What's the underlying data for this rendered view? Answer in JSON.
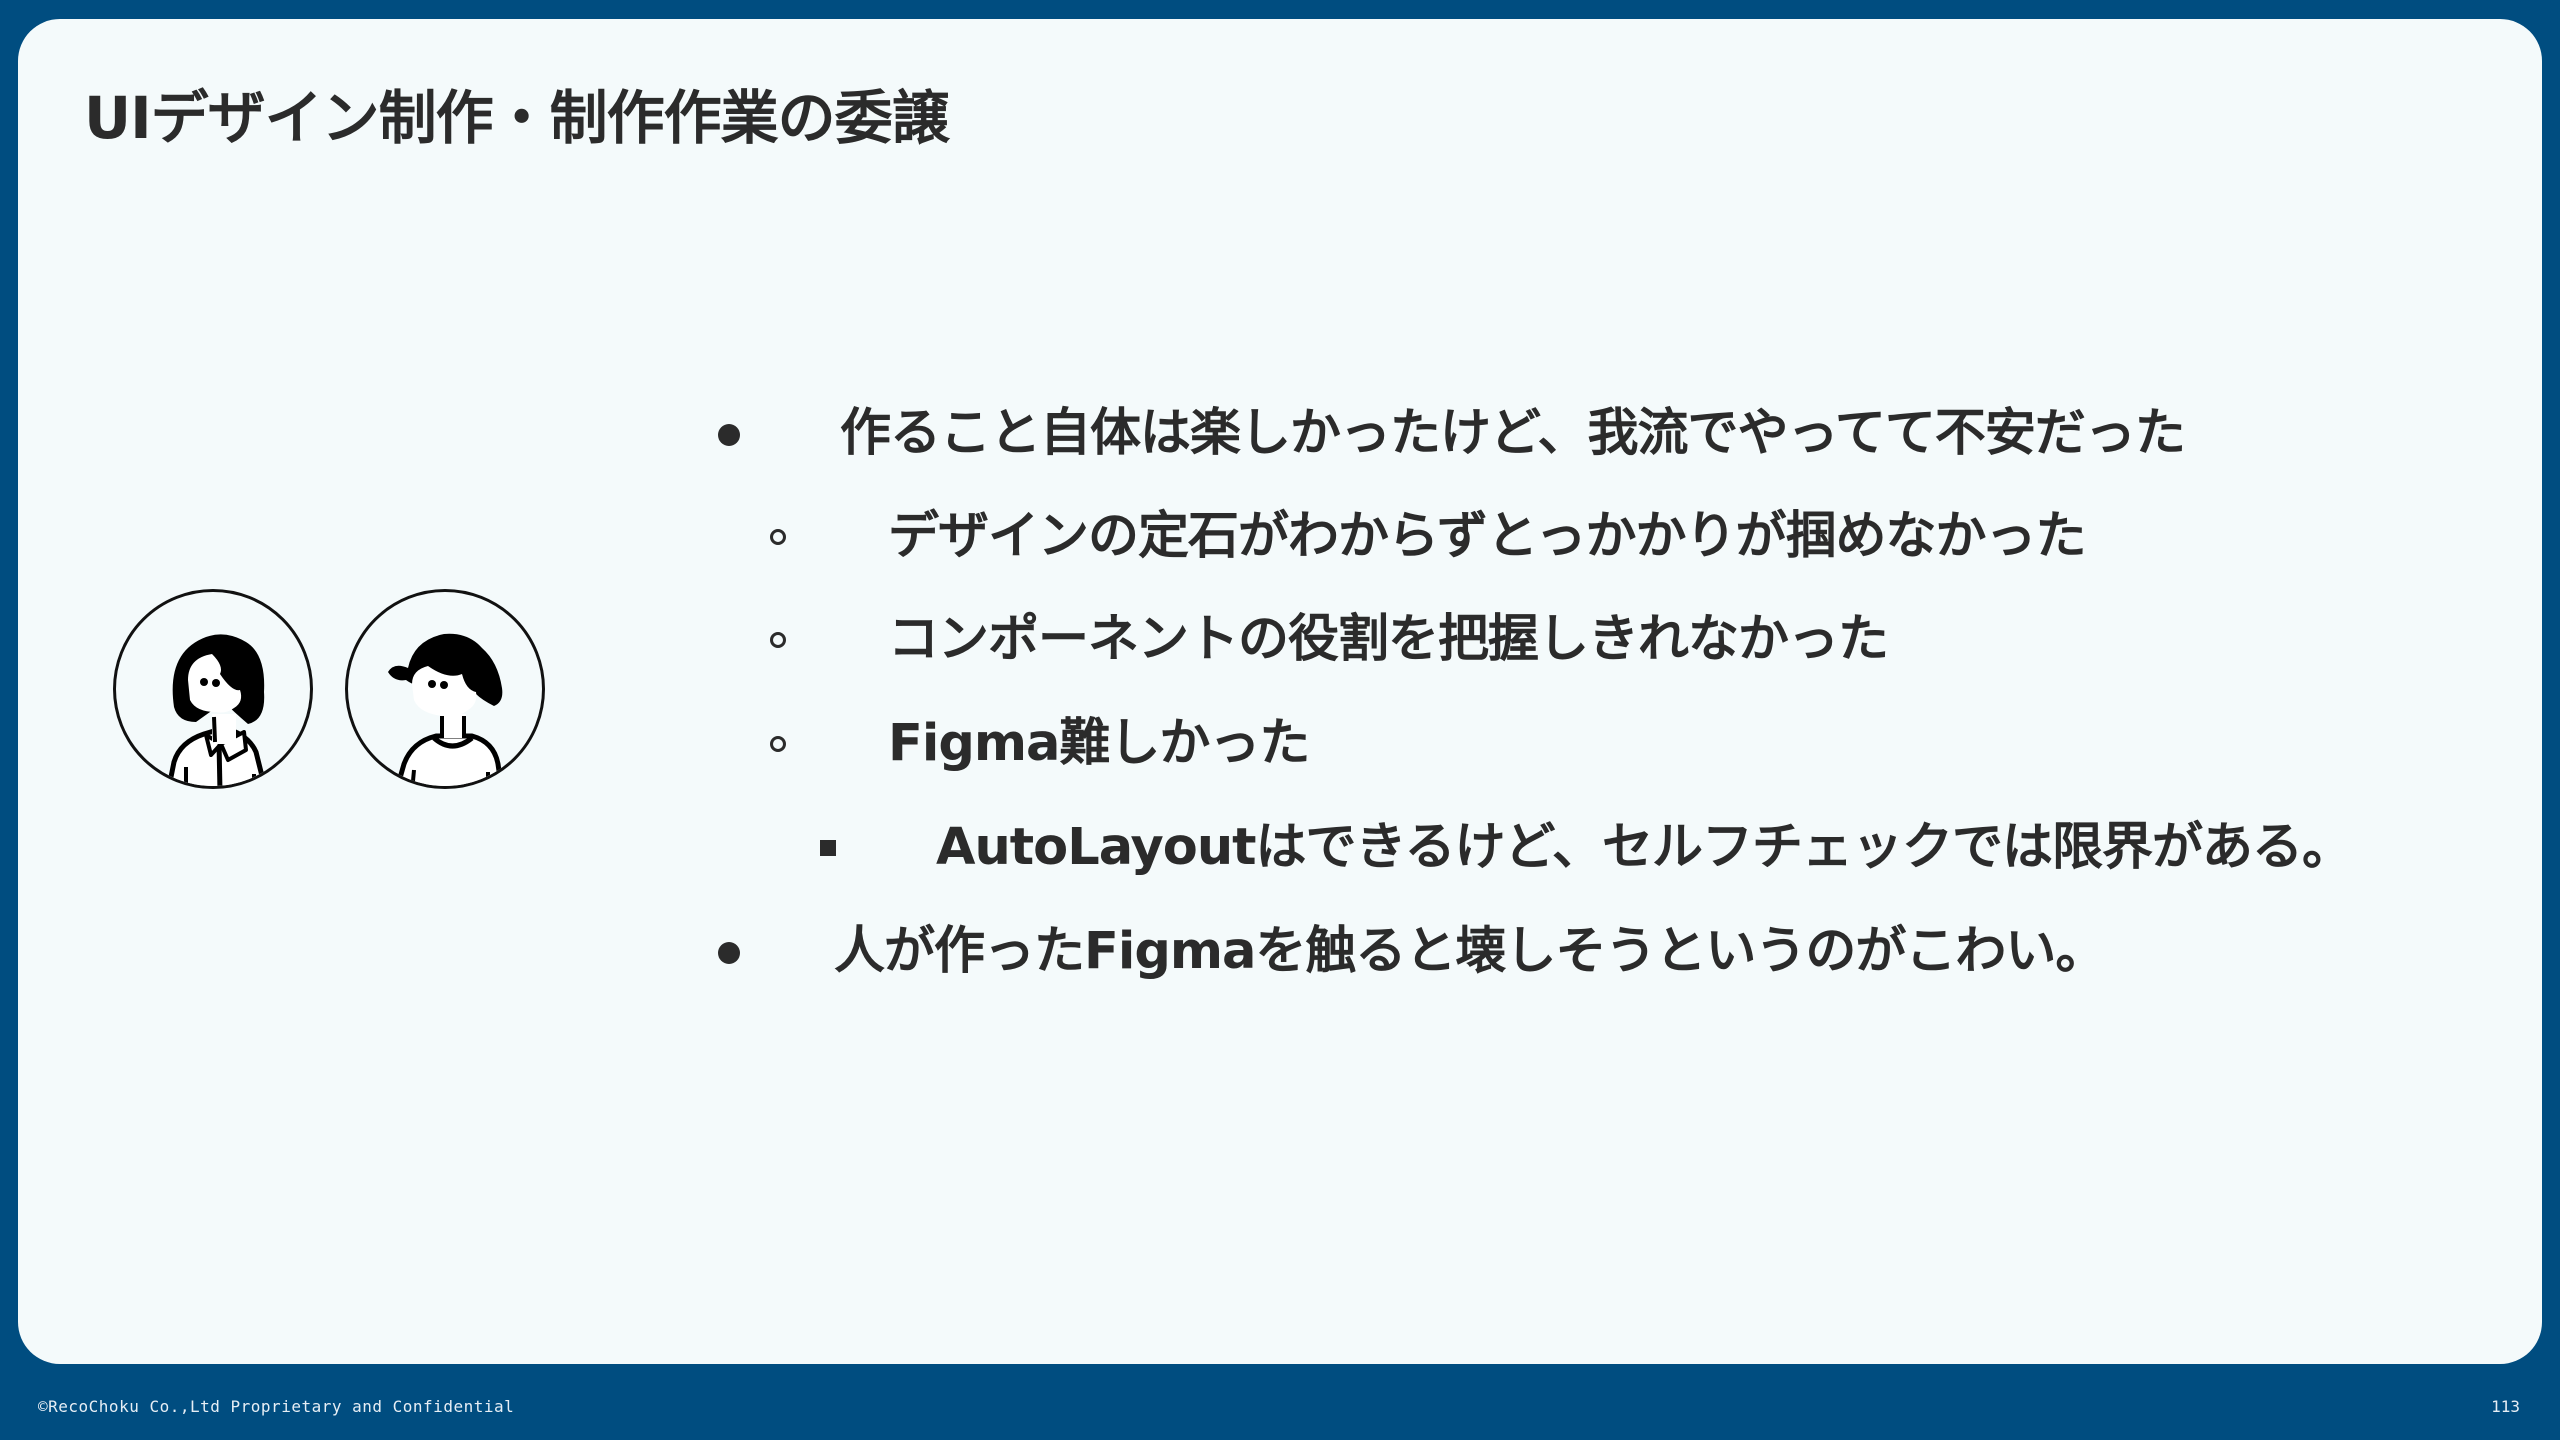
{
  "slide": {
    "title": "UIデザイン制作・制作作業の委譲",
    "page_number": "113",
    "footer": "©RecoChoku Co.,Ltd Proprietary and Confidential",
    "colors": {
      "frame": "#004d80",
      "card": "#f4fafb",
      "text": "#2b2b2b"
    }
  },
  "avatars": [
    {
      "name": "woman-illustration",
      "description": "Line-art woman with bob haircut and collared shirt"
    },
    {
      "name": "man-illustration",
      "description": "Line-art man with wavy hair and crew-neck shirt"
    }
  ],
  "bullets": [
    {
      "level": 1,
      "marker": "disc",
      "text": "作ること自体は楽しかったけど、我流でやってて不安だった"
    },
    {
      "level": 2,
      "marker": "circle",
      "text": "デザインの定石がわからずとっかかりが掴めなかった"
    },
    {
      "level": 2,
      "marker": "circle",
      "text": "コンポーネントの役割を把握しきれなかった"
    },
    {
      "level": 2,
      "marker": "circle",
      "text": "Figma難しかった"
    },
    {
      "level": 3,
      "marker": "square",
      "text": "AutoLayoutはできるけど、セルフチェックでは限界がある。"
    },
    {
      "level": 1,
      "marker": "disc",
      "text": "人が作ったFigmaを触ると壊しそうというのがこわい。"
    }
  ]
}
